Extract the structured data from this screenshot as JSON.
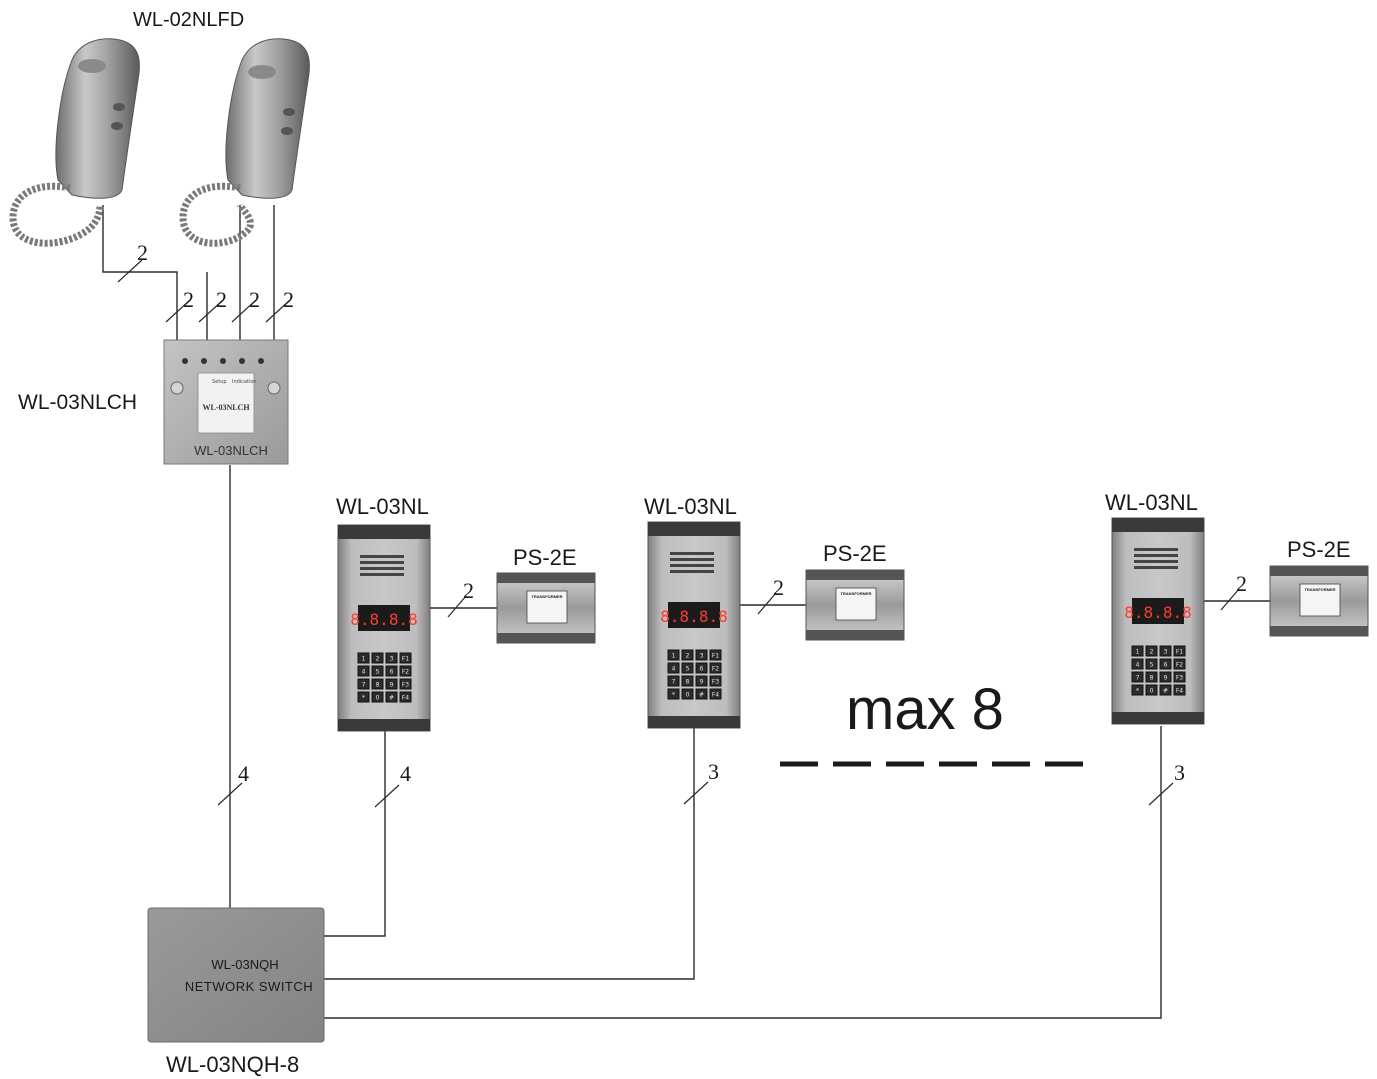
{
  "labels": {
    "handset_model": "WL-02NLFD",
    "controller_side": "WL-03NLCH",
    "controller_face": "WL-03NLCH",
    "controller_plate": "WL-03NLCH",
    "controller_btn_left": "Setup",
    "controller_btn_right": "Indication",
    "panel_1": "WL-03NL",
    "panel_2": "WL-03NL",
    "panel_3": "WL-03NL",
    "psu_1": "PS-2E",
    "psu_2": "PS-2E",
    "psu_3": "PS-2E",
    "psu_plate": "TRANSFORMER",
    "max_text": "max 8",
    "switch_line1": "WL-03NQH",
    "switch_line2": "NETWORK SWITCH",
    "switch_model": "WL-03NQH-8",
    "panel_display": "8.8.8.8"
  },
  "wire_counts": {
    "handset1": "2",
    "ch_in_1": "2",
    "ch_in_2": "2",
    "ch_in_3": "2",
    "ch_in_4": "2",
    "ch_to_switch": "4",
    "panel1_psu": "2",
    "panel2_psu": "2",
    "panel3_psu": "2",
    "panel1_switch": "4",
    "panel2_switch": "3",
    "panel3_switch": "3"
  },
  "keypad_keys": [
    "1",
    "2",
    "3",
    "F1",
    "4",
    "5",
    "6",
    "F2",
    "7",
    "8",
    "9",
    "F3",
    "*",
    "0",
    "#",
    "F4"
  ],
  "colors": {
    "device_gray": "#a8a8a8",
    "switch_gray": "#8e8e8e",
    "display_red": "#ff3b2f",
    "line": "#2a2a2a"
  }
}
